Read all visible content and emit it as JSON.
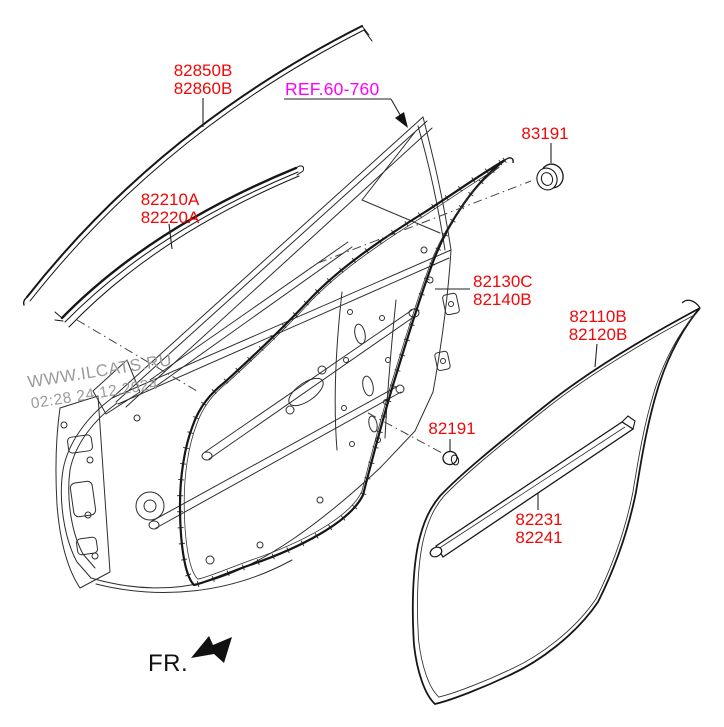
{
  "diagram_type": "vehicle-parts-exploded-diagram",
  "subject": "front door moulding and weatherstrips",
  "callouts": {
    "roof_moulding": {
      "line1": "82850B",
      "line2": "82860B"
    },
    "belt_moulding": {
      "line1": "82210A",
      "line2": "82220A"
    },
    "ref": {
      "text": "REF.60-760"
    },
    "grommet": {
      "text": "83191"
    },
    "door_side_seal": {
      "line1": "82130C",
      "line2": "82140B"
    },
    "door_weatherstrip": {
      "line1": "82110B",
      "line2": "82120B"
    },
    "clip": {
      "text": "82191"
    },
    "belt_inner_strip": {
      "line1": "82231",
      "line2": "82241"
    },
    "front_marker": {
      "text": "FR."
    }
  },
  "watermark": {
    "line1": "WWW.ILCATS.RU",
    "line2": "02:28 24.12.2024"
  },
  "colors": {
    "part_label": "#f10808",
    "ref_label": "#ff00ff",
    "ink": "#2e2e2e",
    "watermark": "#9b9b9b",
    "background": "#ffffff"
  }
}
